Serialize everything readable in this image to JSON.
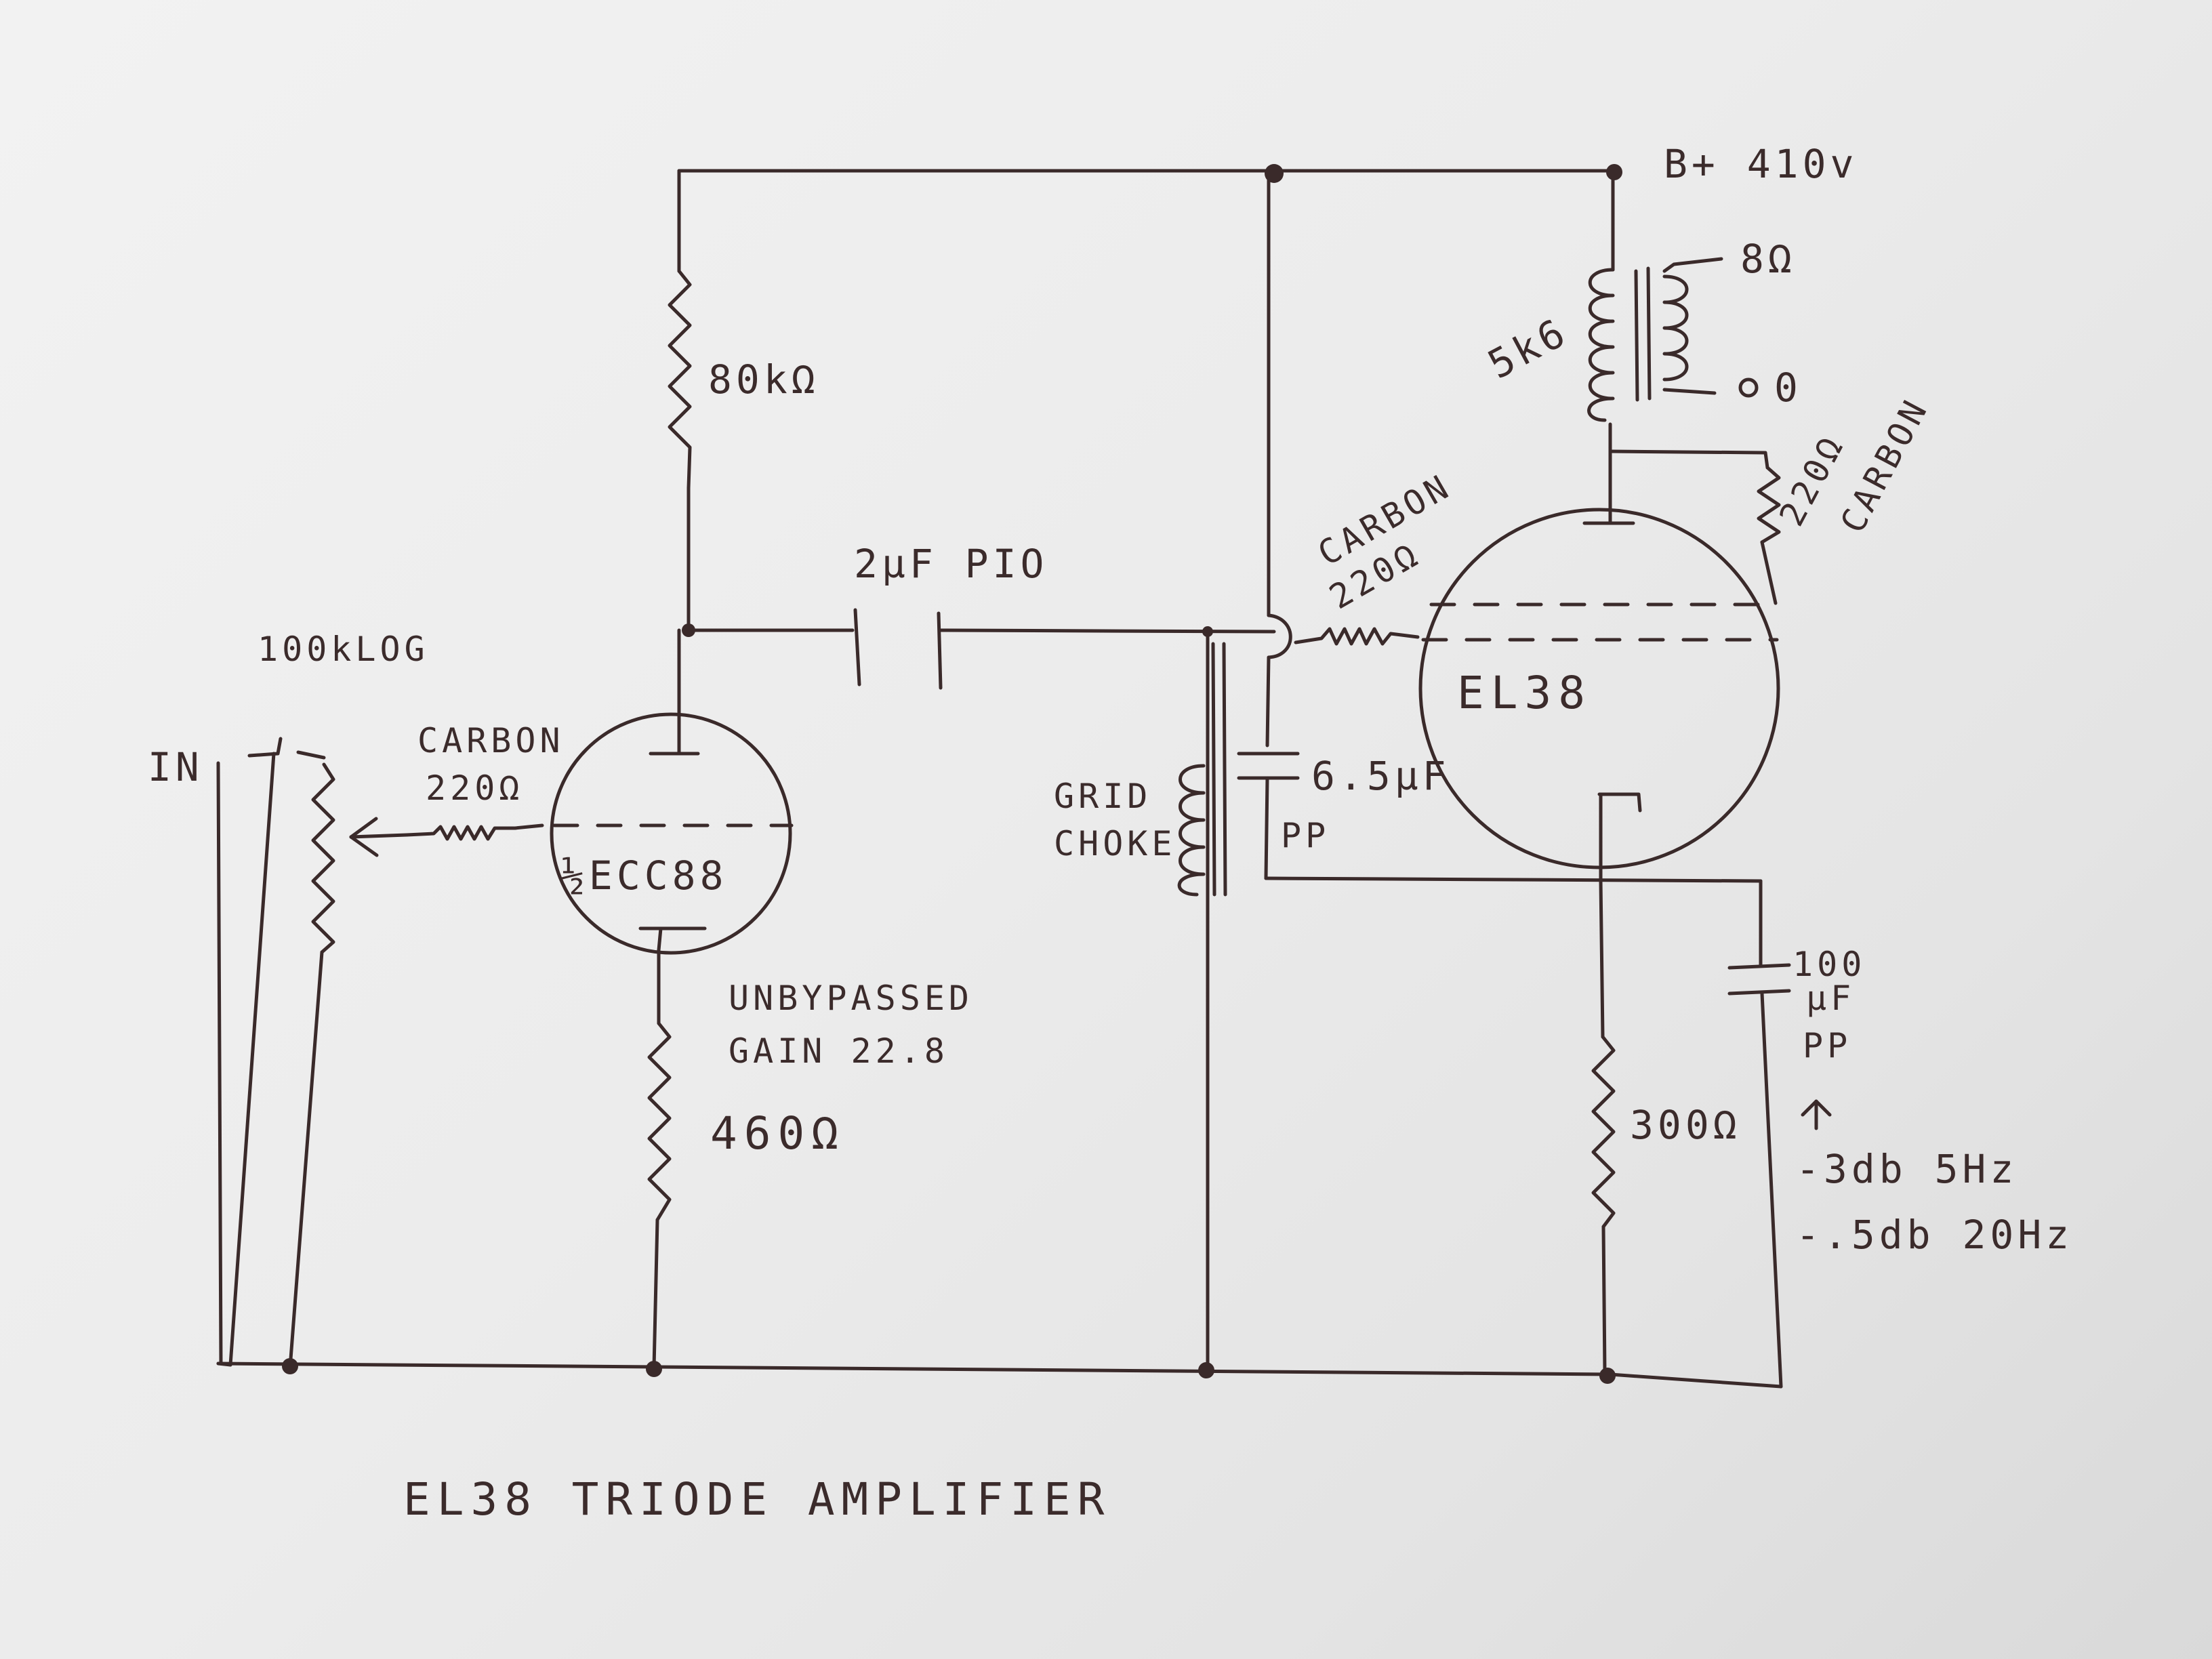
{
  "title": "EL38 TRIODE AMPLIFIER",
  "supply": "B+ 410v",
  "input": {
    "label": "IN",
    "pot": "100kLOG",
    "grid_stopper_type": "CARBON",
    "grid_stopper_value": "220Ω"
  },
  "stage1": {
    "tube": "½ECC88",
    "plate_resistor": "80kΩ",
    "cathode_resistor": "460Ω",
    "note_line1": "UNBYPASSED",
    "note_line2": "GAIN 22.8"
  },
  "coupling": {
    "capacitor": "2μF PIO"
  },
  "grid_choke": {
    "line1": "GRID",
    "line2": "CHOKE"
  },
  "stage2": {
    "tube": "EL38",
    "grid_stopper_type": "CARBON",
    "grid_stopper_value": "220Ω",
    "screen_stopper_value": "220Ω",
    "screen_stopper_type": "CARBON",
    "screen_cap_value": "6.5μF",
    "screen_cap_type": "PP",
    "cathode_resistor": "300Ω",
    "cathode_cap_value": "100",
    "cathode_cap_unit": "μF",
    "cathode_cap_type": "PP"
  },
  "output_transformer": {
    "primary": "5k6",
    "tap_high": "8Ω",
    "tap_low": "0"
  },
  "response": {
    "line1": "-3db 5Hz",
    "line2": "-.5db 20Hz"
  }
}
